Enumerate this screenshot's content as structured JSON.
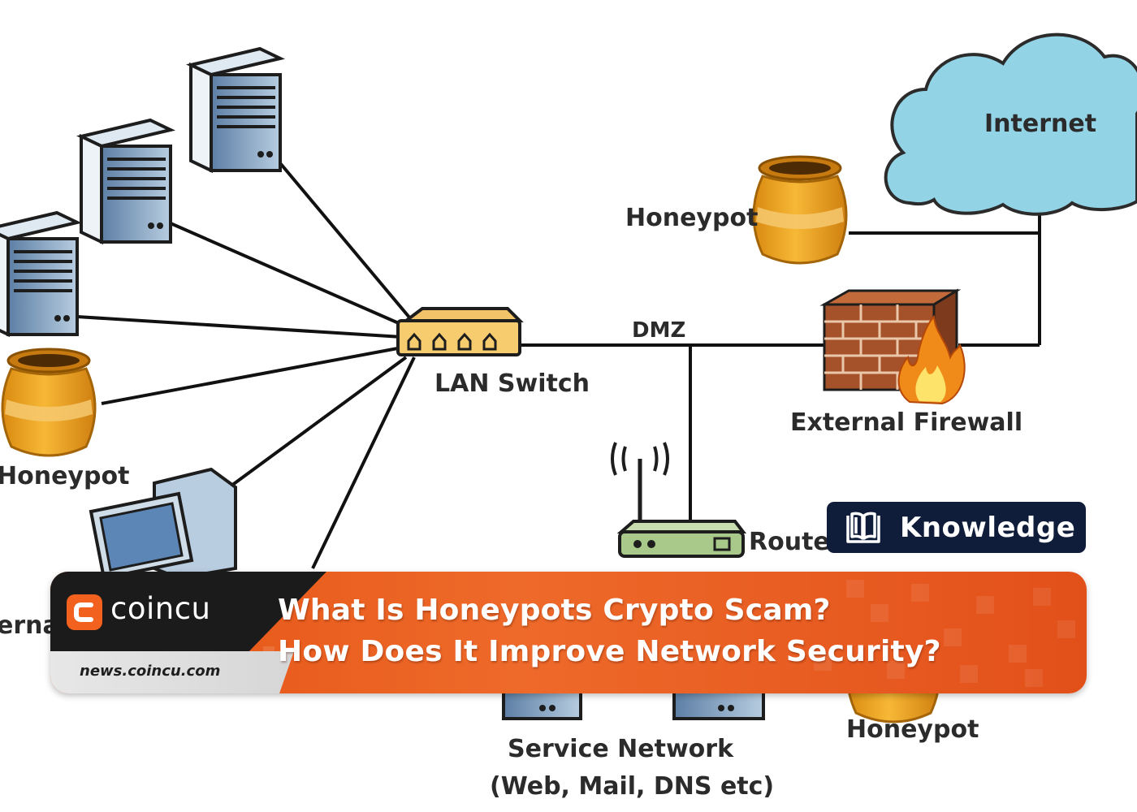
{
  "diagram": {
    "labels": {
      "internet": "Internet",
      "honeypot_top": "Honeypot",
      "dmz": "DMZ",
      "lan_switch": "LAN Switch",
      "external_firewall": "External Firewall",
      "honeypot_left": "Honeypot",
      "router_partial": "Route",
      "external_partial": "erna",
      "service_network": "Service Network",
      "service_network_sub": "(Web, Mail, DNS etc)",
      "honeypot_bottom": "Honeypot"
    },
    "colors": {
      "cloud": "#92d3e6",
      "honeypot": "#f0a320",
      "firewall": "#a5512a",
      "server": "#7f9fbf",
      "router": "#a9c98a"
    }
  },
  "badge": {
    "label": "Knowledge",
    "icon": "book-icon"
  },
  "banner": {
    "brand": "coincu",
    "url": "news.coincu.com",
    "headline_line1": "What Is Honeypots Crypto Scam?",
    "headline_line2": "How Does It Improve Network Security?",
    "accent": "#e8581c"
  }
}
